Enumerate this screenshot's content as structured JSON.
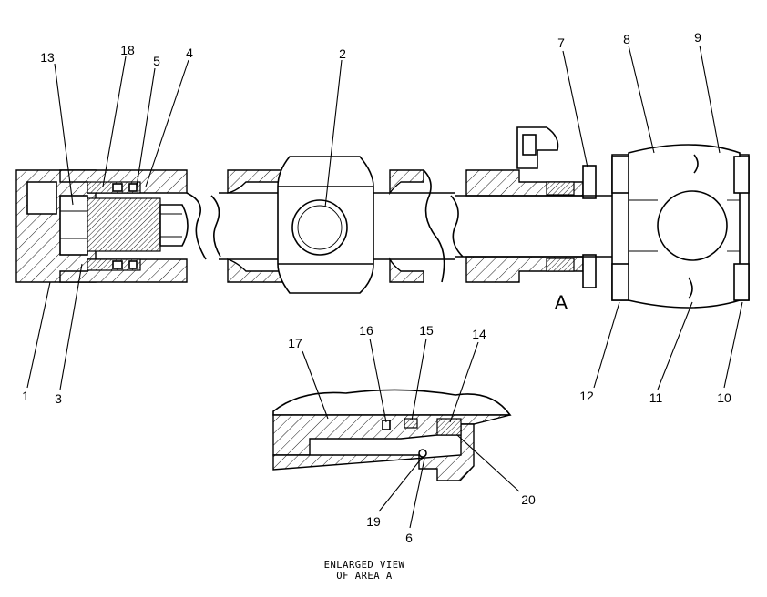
{
  "callouts": [
    "13",
    "18",
    "5",
    "4",
    "2",
    "7",
    "8",
    "9",
    "1",
    "3",
    "12",
    "11",
    "10",
    "17",
    "16",
    "15",
    "14",
    "20",
    "19",
    "6"
  ],
  "area_label": "A",
  "caption": {
    "line1": "ENLARGED VIEW",
    "line2": "OF AREA A"
  }
}
